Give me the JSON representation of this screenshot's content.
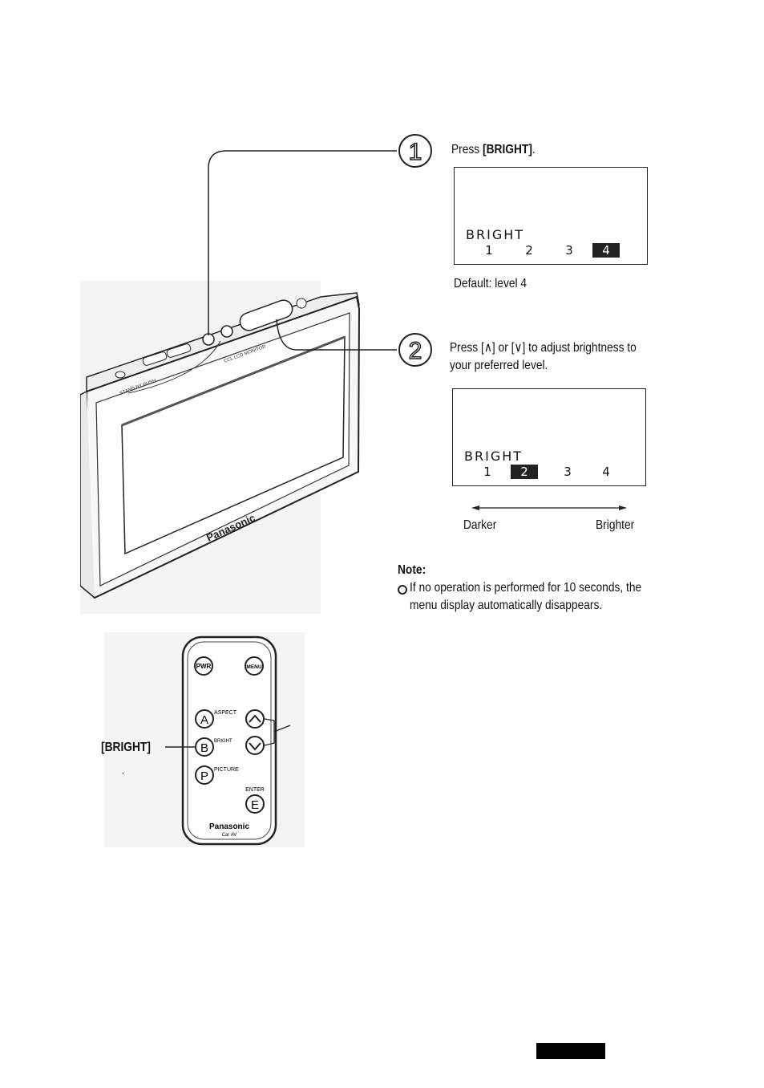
{
  "step1": {
    "number": "1",
    "text_prefix": "Press ",
    "text_key": "[BRIGHT]",
    "text_suffix": ".",
    "osd_label": "BRIGHT",
    "levels": [
      "1",
      "2",
      "3",
      "4"
    ],
    "selected_level": 4,
    "default_note": "Default: level 4"
  },
  "step2": {
    "number": "2",
    "line1": "Press [∧] or [∨] to adjust brightness to",
    "line2": "your preferred level.",
    "osd_label": "BRIGHT",
    "levels": [
      "1",
      "2",
      "3",
      "4"
    ],
    "selected_level": 2,
    "darker": "Darker",
    "brighter": "Brighter"
  },
  "note": {
    "heading": "Note:",
    "line1": "If no operation is performed for 10 seconds, the",
    "line2": "menu display automatically disappears."
  },
  "monitor": {
    "brand": "Panasonic"
  },
  "remote": {
    "pwr": "PWR",
    "menu": "MENU",
    "a": "A",
    "aspect": "ASPECT",
    "b": "B",
    "bright": "BRIGHT",
    "p": "P",
    "picture": "PICTURE",
    "enter": "ENTER",
    "e": "E",
    "brand": "Panasonic",
    "sub": "Car AV",
    "callout": "[BRIGHT]"
  }
}
